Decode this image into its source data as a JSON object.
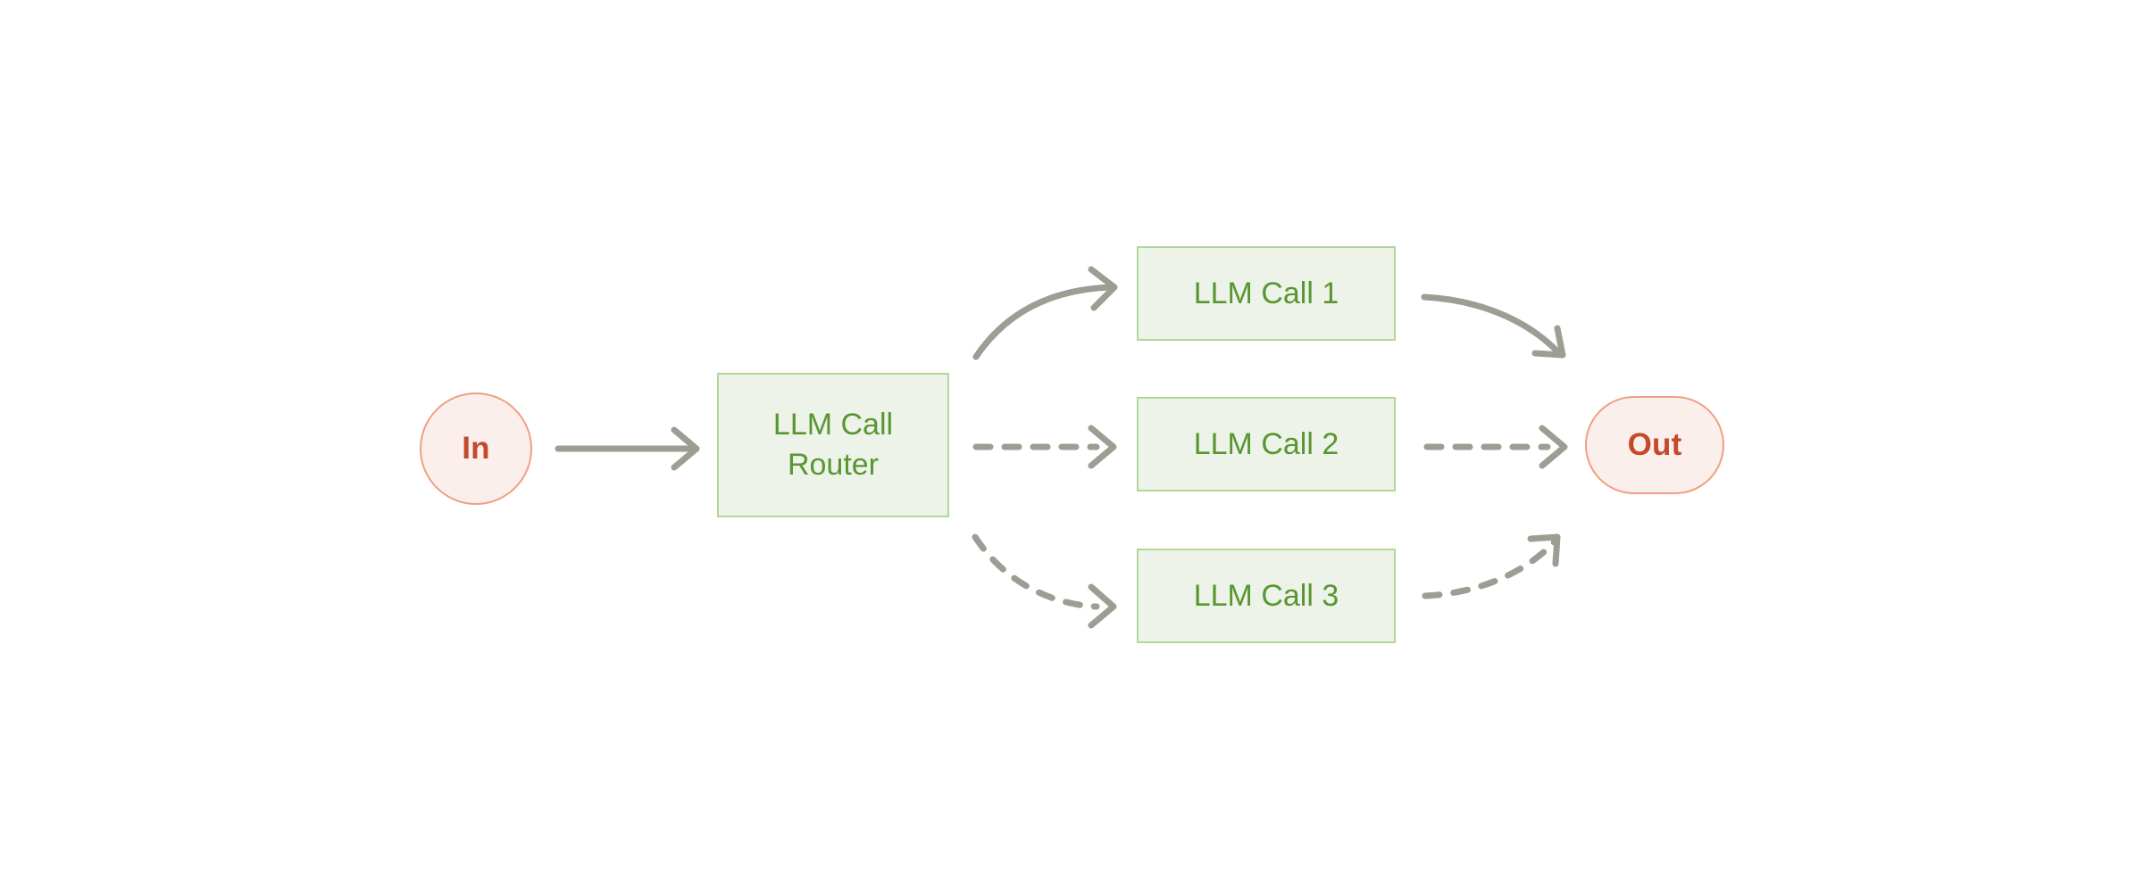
{
  "diagram": {
    "title": "LLM Call Router workflow",
    "type": "flow-diagram",
    "palette": {
      "background": "#ffffff",
      "process_fill": "#edf3e8",
      "process_border": "#b2d79b",
      "process_text": "#599633",
      "terminal_fill": "#fbefec",
      "terminal_border": "#ef9f82",
      "terminal_text": "#c5492c",
      "edge_stroke": "#9d9d93"
    },
    "nodes": [
      {
        "id": "in",
        "label": "In",
        "shape": "circle"
      },
      {
        "id": "router",
        "label": "LLM Call\nRouter",
        "line1": "LLM Call",
        "line2": "Router",
        "shape": "rect"
      },
      {
        "id": "call1",
        "label": "LLM Call 1",
        "shape": "rect"
      },
      {
        "id": "call2",
        "label": "LLM Call 2",
        "shape": "rect"
      },
      {
        "id": "call3",
        "label": "LLM Call 3",
        "shape": "rect"
      },
      {
        "id": "out",
        "label": "Out",
        "shape": "pill"
      }
    ],
    "edges": [
      {
        "from": "in",
        "to": "router",
        "style": "solid",
        "curve": "straight"
      },
      {
        "from": "router",
        "to": "call1",
        "style": "solid",
        "curve": "up"
      },
      {
        "from": "router",
        "to": "call2",
        "style": "dashed",
        "curve": "straight"
      },
      {
        "from": "router",
        "to": "call3",
        "style": "dashed",
        "curve": "down"
      },
      {
        "from": "call1",
        "to": "out",
        "style": "solid",
        "curve": "down"
      },
      {
        "from": "call2",
        "to": "out",
        "style": "dashed",
        "curve": "straight"
      },
      {
        "from": "call3",
        "to": "out",
        "style": "dashed",
        "curve": "up"
      }
    ]
  }
}
